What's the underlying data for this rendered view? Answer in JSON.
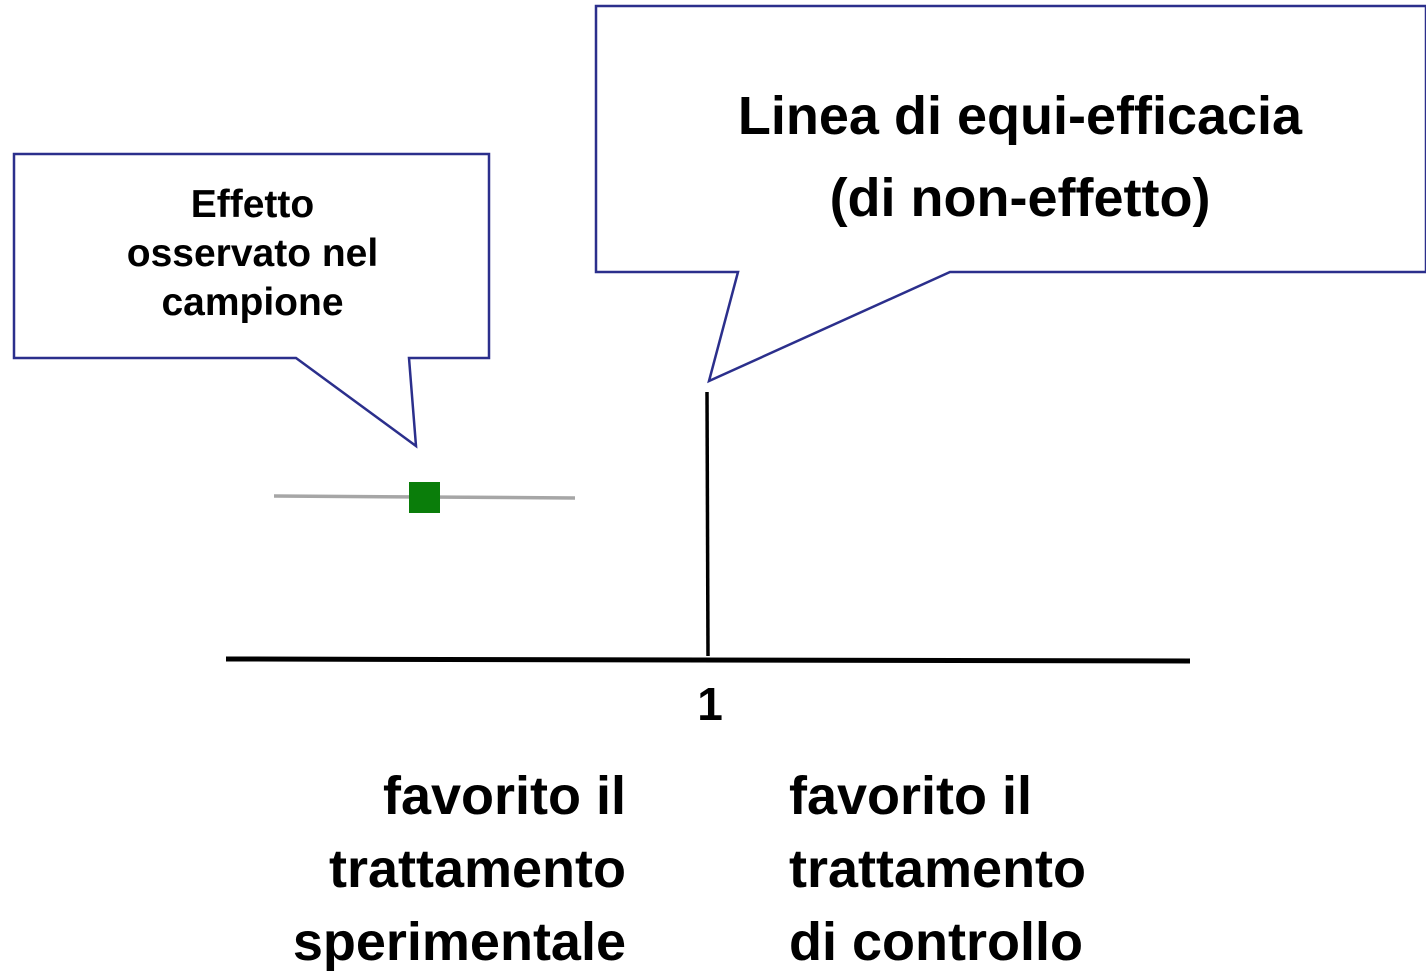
{
  "callout_effect": {
    "lines": [
      "Effetto",
      "osservato nel",
      "campione"
    ]
  },
  "callout_line": {
    "lines": [
      "Linea di equi-efficacia",
      "(di non-effetto)"
    ]
  },
  "axis": {
    "tick_label": "1"
  },
  "side_labels": {
    "left": [
      "favorito il",
      "trattamento",
      "sperimentale"
    ],
    "right": [
      "favorito il",
      "trattamento",
      "di controllo"
    ]
  },
  "colors": {
    "callout_border": "#2b2f8c",
    "axis": "#000000",
    "point": "#0a7d0a",
    "interval": "#a6a6a6"
  }
}
